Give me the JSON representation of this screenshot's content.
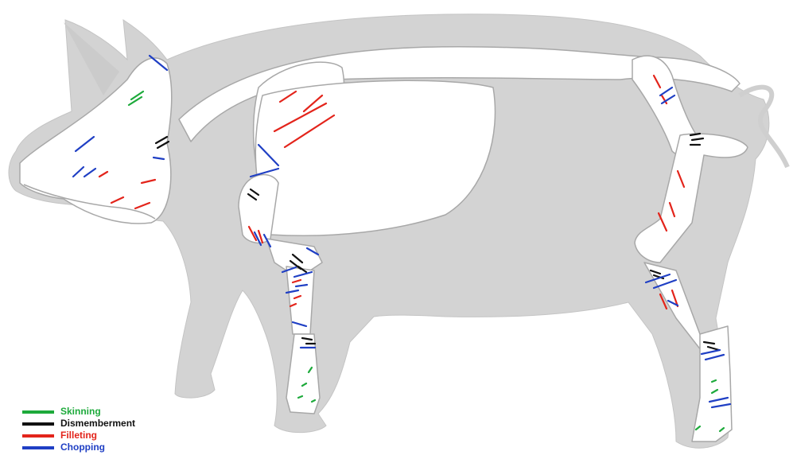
{
  "legend": [
    {
      "label": "Skinning",
      "color": "#1daa3b"
    },
    {
      "label": "Dismemberment",
      "color": "#111111"
    },
    {
      "label": "Filleting",
      "color": "#e3241b"
    },
    {
      "label": "Chopping",
      "color": "#1f3fc4"
    }
  ],
  "colors": {
    "silhouette": "#d3d3d3",
    "bone_fill": "#ffffff",
    "bone_stroke": "#a8a8a8"
  }
}
